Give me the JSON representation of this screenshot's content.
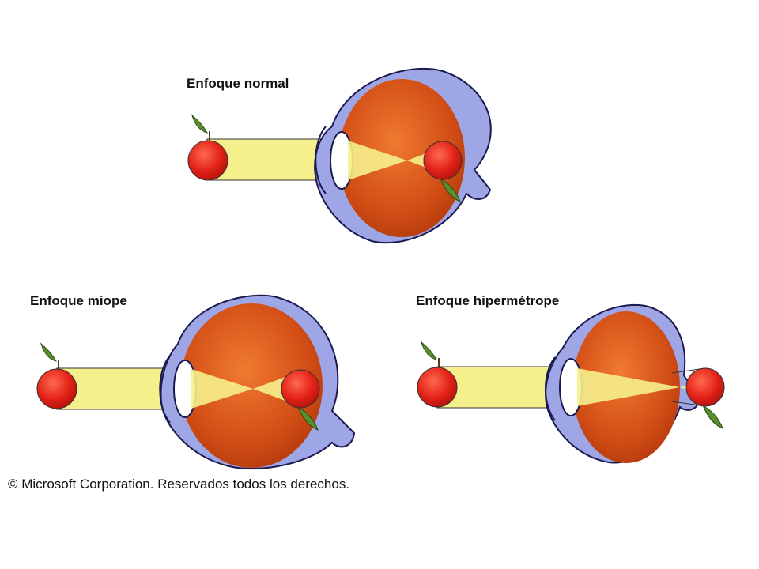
{
  "labels": {
    "normal": "Enfoque normal",
    "miope": "Enfoque miope",
    "hipermetrope": "Enfoque hipermétrope"
  },
  "copyright": "© Microsoft Corporation. Reservados todos los derechos.",
  "colors": {
    "sclera": "#9ea6e6",
    "sclera_stroke": "#1a1a50",
    "vitreous": "#d2551a",
    "light_beam": "#f6f08c",
    "apple": "#e8281f",
    "leaf": "#5a8f2e"
  }
}
